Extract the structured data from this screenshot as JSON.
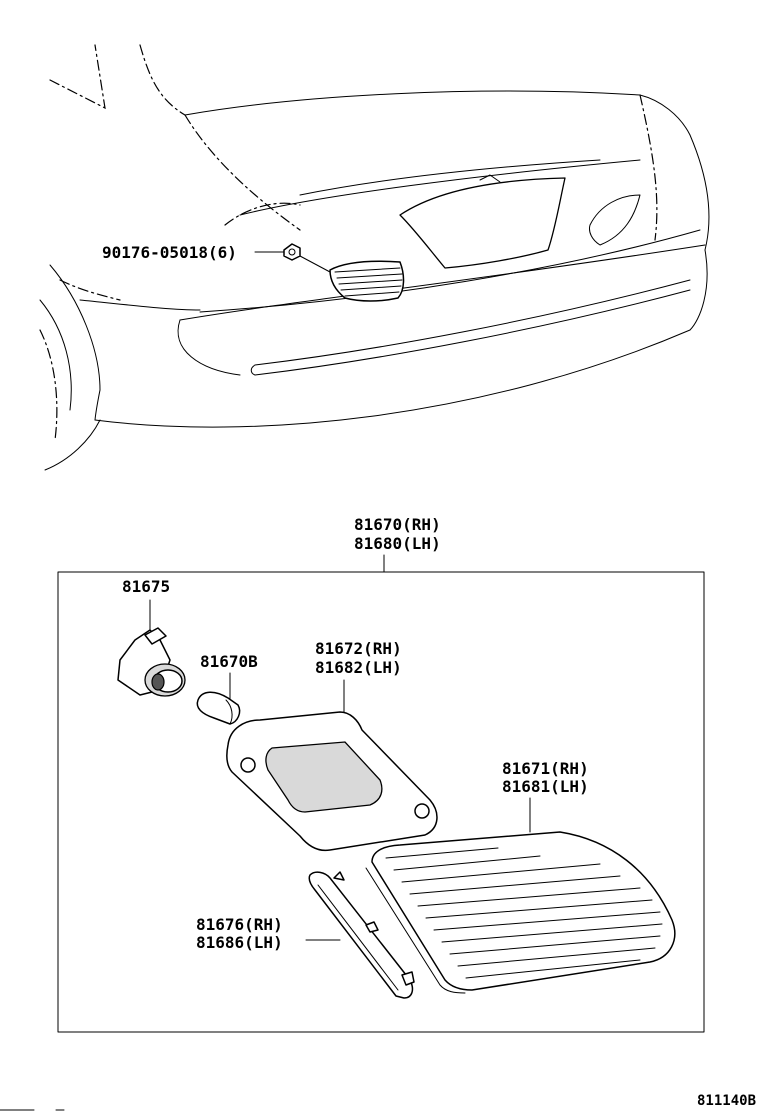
{
  "labels": {
    "bolt": "90176-05018(6)",
    "assembly_rh": "81670(RH)",
    "assembly_lh": "81680(LH)",
    "socket": "81675",
    "bulb": "81670B",
    "gasket_rh": "81672(RH)",
    "gasket_lh": "81682(LH)",
    "lens_rh": "81671(RH)",
    "lens_lh": "81681(LH)",
    "bracket_rh": "81676(RH)",
    "bracket_lh": "81686(LH)",
    "figure_code": "811140B"
  }
}
